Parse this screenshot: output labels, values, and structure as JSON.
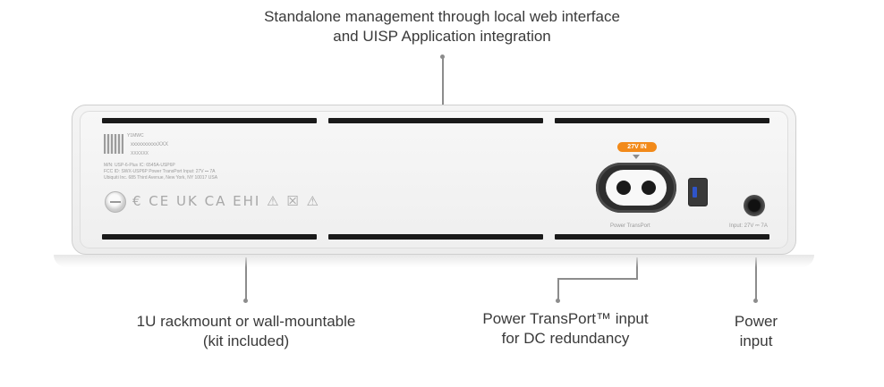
{
  "callouts": {
    "top": {
      "line1": "Standalone management through local web interface",
      "line2": "and UISP Application integration"
    },
    "rackmount": {
      "line1": "1U rackmount or wall-mountable",
      "line2": "(kit included)"
    },
    "transport": {
      "line1": "Power TransPort™ input",
      "line2": "for DC redundancy"
    },
    "power": {
      "line1": "Power",
      "line2": "input"
    }
  },
  "device": {
    "badge": "27V IN",
    "transport_port_label": "Power TransPort",
    "dc_input_label": "Input: 27V ⎓ 7A",
    "label_model": "Y1MWC",
    "label_serial": "xxxxxxxxxxXXX",
    "label_id": "XXXXXX",
    "label_line1": "M/N: USP-6-Plus   IC: 6545A-USP6P",
    "label_line2": "FCC ID: SWX-USP6P   Power TransPort Input: 27V ⎓ 7A",
    "label_line3": "Ubiquiti Inc. 685 Third Avenue, New York, NY 10017 USA",
    "cert_marks": "€ CE UK CA EHI ⚠ ☒ ⚠"
  },
  "colors": {
    "badge": "#f28a1a",
    "text": "#3a3a3a",
    "leader": "#8c8c8c"
  }
}
